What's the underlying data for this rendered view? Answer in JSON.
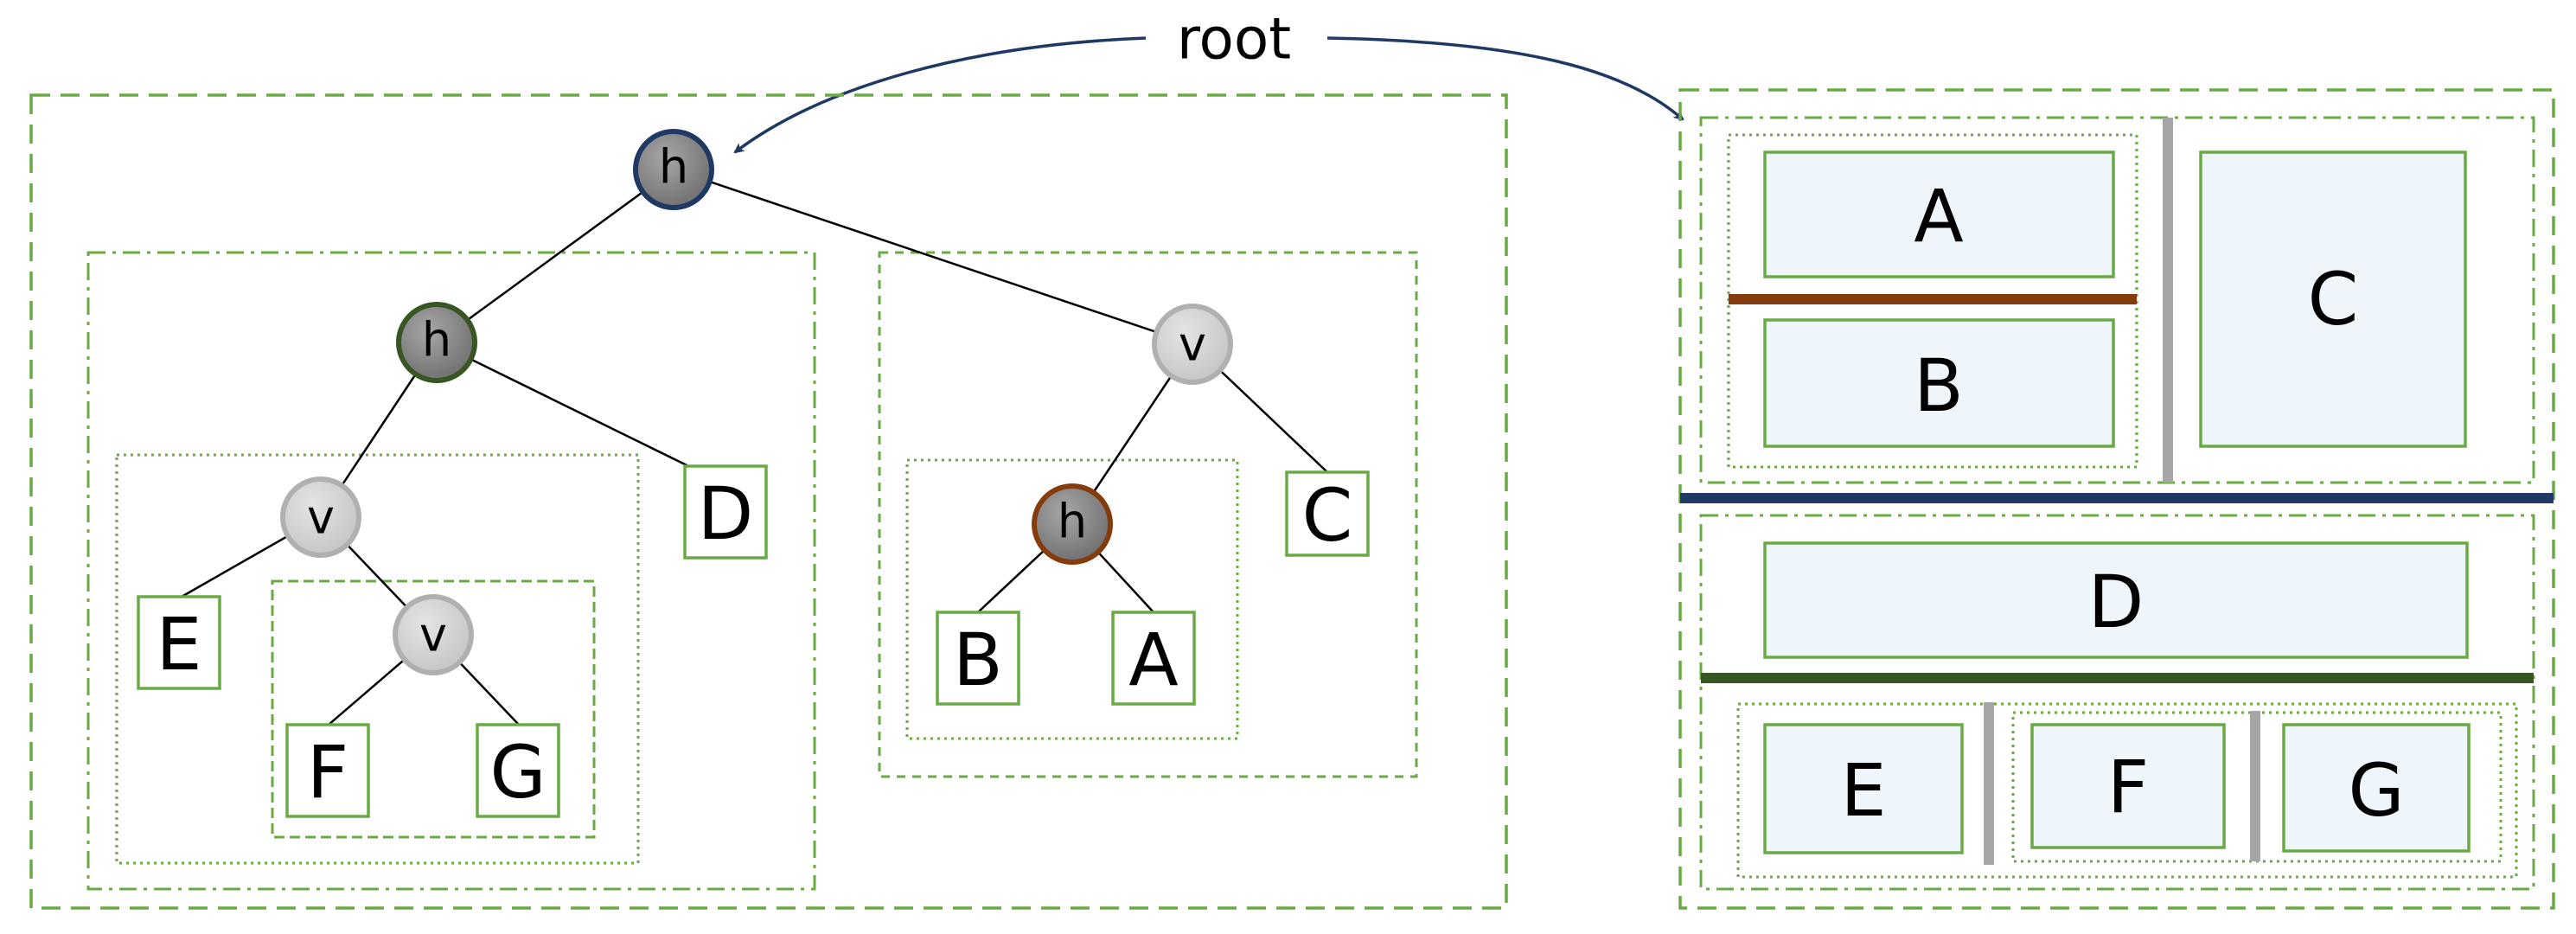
{
  "root_label": "root",
  "tree": {
    "internal_nodes": [
      {
        "id": "n-root",
        "label": "h"
      },
      {
        "id": "n-left",
        "label": "h"
      },
      {
        "id": "n-right",
        "label": "v"
      },
      {
        "id": "n-ll",
        "label": "v"
      },
      {
        "id": "n-llr",
        "label": "v"
      },
      {
        "id": "n-rl",
        "label": "h"
      }
    ],
    "leaves": [
      {
        "id": "leaf-d",
        "label": "D"
      },
      {
        "id": "leaf-e",
        "label": "E"
      },
      {
        "id": "leaf-f",
        "label": "F"
      },
      {
        "id": "leaf-g",
        "label": "G"
      },
      {
        "id": "leaf-c",
        "label": "C"
      },
      {
        "id": "leaf-b",
        "label": "B"
      },
      {
        "id": "leaf-a",
        "label": "A"
      }
    ]
  },
  "layout": {
    "panes": [
      {
        "id": "pane-a",
        "label": "A"
      },
      {
        "id": "pane-b",
        "label": "B"
      },
      {
        "id": "pane-c",
        "label": "C"
      },
      {
        "id": "pane-d",
        "label": "D"
      },
      {
        "id": "pane-e",
        "label": "E"
      },
      {
        "id": "pane-f",
        "label": "F"
      },
      {
        "id": "pane-g",
        "label": "G"
      }
    ]
  },
  "colors": {
    "frame_green": "#6aaa45",
    "pane_fill": "#eef6fc",
    "root_blue": "#1f3864",
    "dark_green": "#375623",
    "brown": "#843c0c",
    "gray_split": "#a6a6a6",
    "node_dark_fill": "#808080",
    "node_light_fill": "#d0d0d0",
    "node_light_stroke": "#b0b0b0"
  }
}
